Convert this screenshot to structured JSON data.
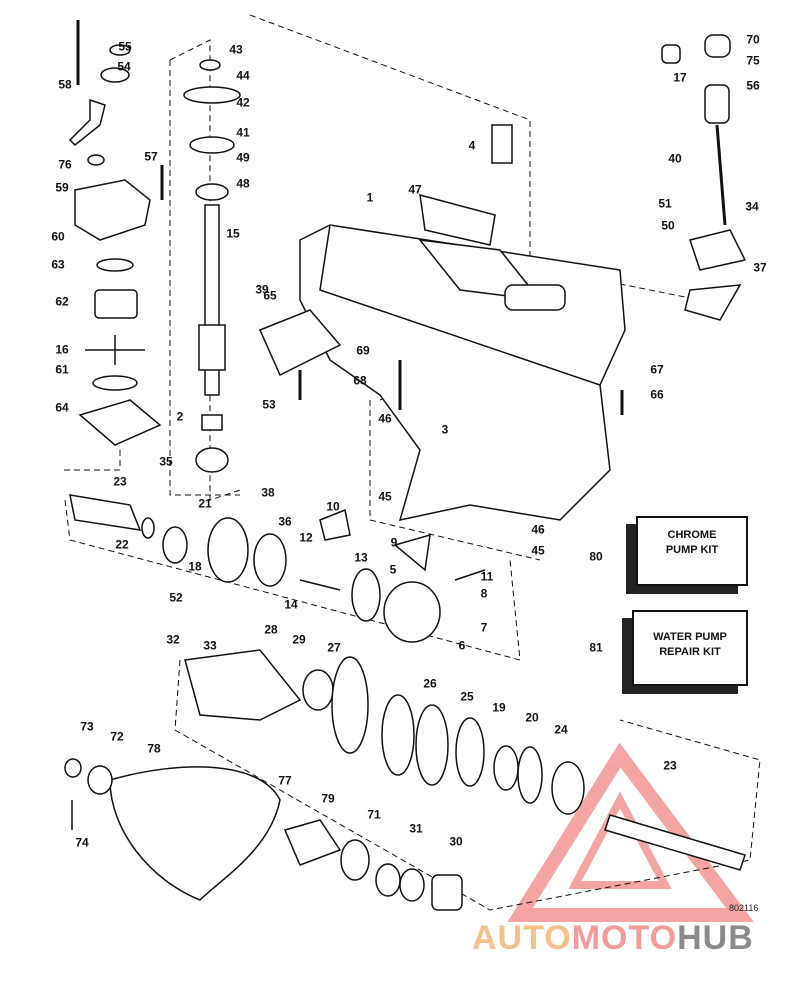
{
  "labels": [
    "55",
    "54",
    "58",
    "43",
    "44",
    "42",
    "41",
    "49",
    "48",
    "57",
    "76",
    "59",
    "60",
    "15",
    "63",
    "39",
    "62",
    "65",
    "16",
    "61",
    "64",
    "2",
    "35",
    "38",
    "21",
    "23",
    "22",
    "18",
    "52",
    "36",
    "10",
    "12",
    "13",
    "9",
    "5",
    "14",
    "11",
    "8",
    "7",
    "6",
    "32",
    "33",
    "28",
    "29",
    "27",
    "26",
    "25",
    "19",
    "20",
    "24",
    "23",
    "73",
    "72",
    "78",
    "77",
    "79",
    "71",
    "31",
    "30",
    "74",
    "1",
    "47",
    "4",
    "69",
    "68",
    "53",
    "3",
    "46",
    "45",
    "46",
    "45",
    "67",
    "66",
    "70",
    "75",
    "17",
    "56",
    "40",
    "51",
    "34",
    "50",
    "37",
    "80",
    "81"
  ],
  "kits": {
    "chrome": {
      "line1": "CHROME",
      "line2": "PUMP KIT"
    },
    "repair": {
      "line1": "WATER PUMP",
      "line2": "REPAIR KIT"
    }
  },
  "drawing_number": "802116",
  "watermark": {
    "part1": "AUTO",
    "part2": "MOTO",
    "part3": "HUB"
  },
  "colors": {
    "line": "#111111",
    "watermark_red": "#f49b9b",
    "watermark_orange": "#f5c089",
    "watermark_gray": "#8a8a8a"
  }
}
